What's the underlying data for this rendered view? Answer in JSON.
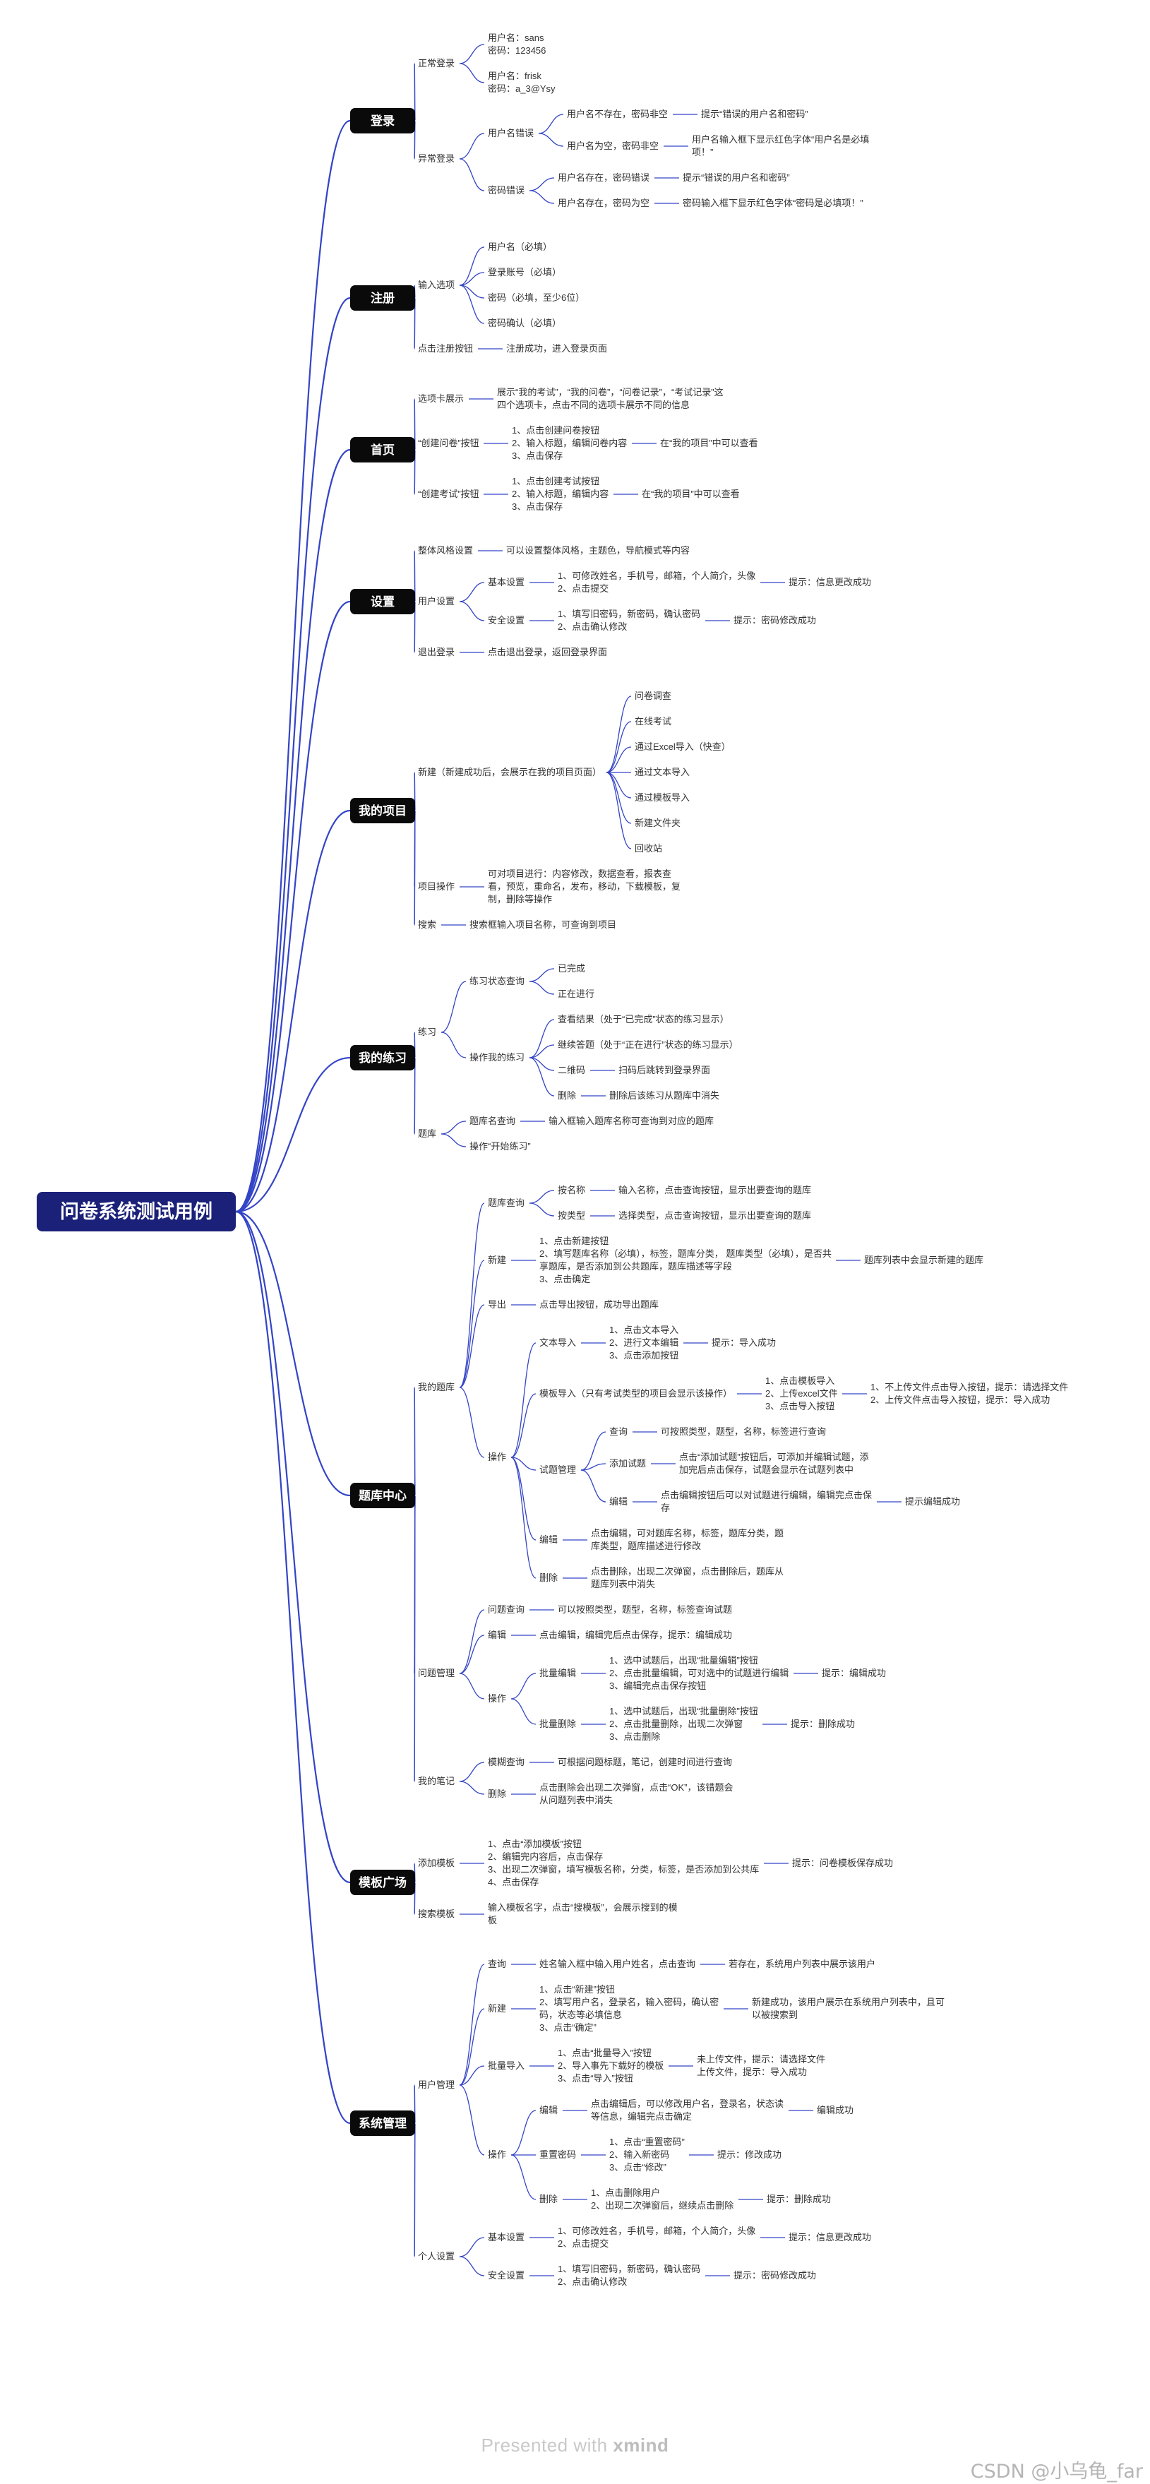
{
  "title": "问卷系统测试用例",
  "footer": {
    "prefix": "Presented with",
    "brand": "xmind"
  },
  "watermark": "CSDN @小乌龟_far",
  "colors": {
    "branch": "#3344c6",
    "root_bg": "#1b2178",
    "node_bg": "#0a0a0a",
    "text": "#333333"
  },
  "tree": [
    {
      "label": "登录",
      "children": [
        {
          "label": "正常登录",
          "children": [
            {
              "label": "用户名：sans\n密码：123456"
            },
            {
              "label": "用户名：frisk\n密码：a_3@Ysy"
            }
          ]
        },
        {
          "label": "异常登录",
          "children": [
            {
              "label": "用户名错误",
              "children": [
                {
                  "label": "用户名不存在，密码非空",
                  "children": [
                    {
                      "label": "提示“错误的用户名和密码”"
                    }
                  ]
                },
                {
                  "label": "用户名为空，密码非空",
                  "children": [
                    {
                      "label": "用户名输入框下显示红色字体“用户名是必填\n项！”"
                    }
                  ]
                }
              ]
            },
            {
              "label": "密码错误",
              "children": [
                {
                  "label": "用户名存在，密码错误",
                  "children": [
                    {
                      "label": "提示“错误的用户名和密码”"
                    }
                  ]
                },
                {
                  "label": "用户名存在，密码为空",
                  "children": [
                    {
                      "label": "密码输入框下显示红色字体“密码是必填项！”"
                    }
                  ]
                }
              ]
            }
          ]
        }
      ]
    },
    {
      "label": "注册",
      "children": [
        {
          "label": "输入选项",
          "children": [
            {
              "label": "用户名（必填）"
            },
            {
              "label": "登录账号（必填）"
            },
            {
              "label": "密码（必填，至少6位）"
            },
            {
              "label": "密码确认（必填）"
            }
          ]
        },
        {
          "label": "点击注册按钮",
          "children": [
            {
              "label": "注册成功，进入登录页面"
            }
          ]
        }
      ]
    },
    {
      "label": "首页",
      "children": [
        {
          "label": "选项卡展示",
          "children": [
            {
              "label": "展示“我的考试”，“我的问卷”，“问卷记录”，“考试记录”这\n四个选项卡，点击不同的选项卡展示不同的信息"
            }
          ]
        },
        {
          "label": "“创建问卷”按钮",
          "children": [
            {
              "label": "1、点击创建问卷按钮\n2、输入标题，编辑问卷内容\n3、点击保存",
              "children": [
                {
                  "label": "在“我的项目”中可以查看"
                }
              ]
            }
          ]
        },
        {
          "label": "“创建考试”按钮",
          "children": [
            {
              "label": "1、点击创建考试按钮\n2、输入标题，编辑内容\n3、点击保存",
              "children": [
                {
                  "label": "在“我的项目”中可以查看"
                }
              ]
            }
          ]
        }
      ]
    },
    {
      "label": "设置",
      "children": [
        {
          "label": "整体风格设置",
          "children": [
            {
              "label": "可以设置整体风格，主题色，导航模式等内容"
            }
          ]
        },
        {
          "label": "用户设置",
          "children": [
            {
              "label": "基本设置",
              "children": [
                {
                  "label": "1、可修改姓名，手机号，邮箱，个人简介，头像\n2、点击提交",
                  "children": [
                    {
                      "label": "提示：信息更改成功"
                    }
                  ]
                }
              ]
            },
            {
              "label": "安全设置",
              "children": [
                {
                  "label": "1、填写旧密码，新密码，确认密码\n2、点击确认修改",
                  "children": [
                    {
                      "label": "提示：密码修改成功"
                    }
                  ]
                }
              ]
            }
          ]
        },
        {
          "label": "退出登录",
          "children": [
            {
              "label": "点击退出登录，返回登录界面"
            }
          ]
        }
      ]
    },
    {
      "label": "我的项目",
      "children": [
        {
          "label": "新建（新建成功后，会展示在我的项目页面）",
          "children": [
            {
              "label": "问卷调查"
            },
            {
              "label": "在线考试"
            },
            {
              "label": "通过Excel导入（快查）"
            },
            {
              "label": "通过文本导入"
            },
            {
              "label": "通过模板导入"
            },
            {
              "label": "新建文件夹"
            },
            {
              "label": "回收站"
            }
          ]
        },
        {
          "label": "项目操作",
          "children": [
            {
              "label": "可对项目进行：内容修改，数据查看，报表查\n看，预览，重命名，发布，移动，下载模板，复\n制，删除等操作"
            }
          ]
        },
        {
          "label": "搜索",
          "children": [
            {
              "label": "搜索框输入项目名称，可查询到项目"
            }
          ]
        }
      ]
    },
    {
      "label": "我的练习",
      "children": [
        {
          "label": "练习",
          "children": [
            {
              "label": "练习状态查询",
              "children": [
                {
                  "label": "已完成"
                },
                {
                  "label": "正在进行"
                }
              ]
            },
            {
              "label": "操作我的练习",
              "children": [
                {
                  "label": "查看结果（处于“已完成”状态的练习显示）"
                },
                {
                  "label": "继续答题（处于“正在进行”状态的练习显示）"
                },
                {
                  "label": "二维码",
                  "children": [
                    {
                      "label": "扫码后跳转到登录界面"
                    }
                  ]
                },
                {
                  "label": "删除",
                  "children": [
                    {
                      "label": "删除后该练习从题库中消失"
                    }
                  ]
                }
              ]
            }
          ]
        },
        {
          "label": "题库",
          "children": [
            {
              "label": "题库名查询",
              "children": [
                {
                  "label": "输入框输入题库名称可查询到对应的题库"
                }
              ]
            },
            {
              "label": "操作“开始练习”"
            }
          ]
        }
      ]
    },
    {
      "label": "题库中心",
      "children": [
        {
          "label": "我的题库",
          "children": [
            {
              "label": "题库查询",
              "children": [
                {
                  "label": "按名称",
                  "children": [
                    {
                      "label": "输入名称，点击查询按钮，显示出要查询的题库"
                    }
                  ]
                },
                {
                  "label": "按类型",
                  "children": [
                    {
                      "label": "选择类型，点击查询按钮，显示出要查询的题库"
                    }
                  ]
                }
              ]
            },
            {
              "label": "新建",
              "children": [
                {
                  "label": "1、点击新建按钮\n2、填写题库名称（必填），标签，题库分类， 题库类型（必填），是否共\n享题库，是否添加到公共题库，题库描述等字段\n3、点击确定",
                  "children": [
                    {
                      "label": "题库列表中会显示新建的题库"
                    }
                  ]
                }
              ]
            },
            {
              "label": "导出",
              "children": [
                {
                  "label": "点击导出按钮，成功导出题库"
                }
              ]
            },
            {
              "label": "操作",
              "children": [
                {
                  "label": "文本导入",
                  "children": [
                    {
                      "label": "1、点击文本导入\n2、进行文本编辑\n3、点击添加按钮",
                      "children": [
                        {
                          "label": "提示：导入成功"
                        }
                      ]
                    }
                  ]
                },
                {
                  "label": "模板导入（只有考试类型的项目会显示该操作）",
                  "children": [
                    {
                      "label": "1、点击模板导入\n2、上传excel文件\n3、点击导入按钮",
                      "children": [
                        {
                          "label": "1、不上传文件点击导入按钮，提示：请选择文件\n2、上传文件点击导入按钮，提示：导入成功"
                        }
                      ]
                    }
                  ]
                },
                {
                  "label": "试题管理",
                  "children": [
                    {
                      "label": "查询",
                      "children": [
                        {
                          "label": "可按照类型，题型，名称，标签进行查询"
                        }
                      ]
                    },
                    {
                      "label": "添加试题",
                      "children": [
                        {
                          "label": "点击“添加试题”按钮后，可添加并编辑试题，添\n加完后点击保存，试题会显示在试题列表中"
                        }
                      ]
                    },
                    {
                      "label": "编辑",
                      "children": [
                        {
                          "label": "点击编辑按钮后可以对试题进行编辑，编辑完点击保\n存",
                          "children": [
                            {
                              "label": "提示编辑成功"
                            }
                          ]
                        }
                      ]
                    }
                  ]
                },
                {
                  "label": "编辑",
                  "children": [
                    {
                      "label": "点击编辑，可对题库名称，标签，题库分类，题\n库类型，题库描述进行修改"
                    }
                  ]
                },
                {
                  "label": "删除",
                  "children": [
                    {
                      "label": "点击删除，出现二次弹窗，点击删除后，题库从\n题库列表中消失"
                    }
                  ]
                }
              ]
            }
          ]
        },
        {
          "label": "问题管理",
          "children": [
            {
              "label": "问题查询",
              "children": [
                {
                  "label": "可以按照类型，题型，名称，标签查询试题"
                }
              ]
            },
            {
              "label": "编辑",
              "children": [
                {
                  "label": "点击编辑，编辑完后点击保存，提示：编辑成功"
                }
              ]
            },
            {
              "label": "操作",
              "children": [
                {
                  "label": "批量编辑",
                  "children": [
                    {
                      "label": "1、选中试题后，出现“批量编辑”按钮\n2、点击批量编辑，可对选中的试题进行编辑\n3、编辑完点击保存按钮",
                      "children": [
                        {
                          "label": "提示：编辑成功"
                        }
                      ]
                    }
                  ]
                },
                {
                  "label": "批量删除",
                  "children": [
                    {
                      "label": "1、选中试题后，出现“批量删除”按钮\n2、点击批量删除，出现二次弹窗\n3、点击删除",
                      "children": [
                        {
                          "label": "提示：删除成功"
                        }
                      ]
                    }
                  ]
                }
              ]
            }
          ]
        },
        {
          "label": "我的笔记",
          "children": [
            {
              "label": "模糊查询",
              "children": [
                {
                  "label": "可根据问题标题，笔记，创建时间进行查询"
                }
              ]
            },
            {
              "label": "删除",
              "children": [
                {
                  "label": "点击删除会出现二次弹窗，点击“OK”，该错题会\n从问题列表中消失"
                }
              ]
            }
          ]
        }
      ]
    },
    {
      "label": "模板广场",
      "children": [
        {
          "label": "添加模板",
          "children": [
            {
              "label": "1、点击“添加模板”按钮\n2、编辑完内容后，点击保存\n3、出现二次弹窗，填写模板名称，分类，标签，是否添加到公共库\n4、点击保存",
              "children": [
                {
                  "label": "提示：问卷模板保存成功"
                }
              ]
            }
          ]
        },
        {
          "label": "搜索模板",
          "children": [
            {
              "label": "输入模板名字，点击“搜模板”，会展示搜到的模\n板"
            }
          ]
        }
      ]
    },
    {
      "label": "系统管理",
      "children": [
        {
          "label": "用户管理",
          "children": [
            {
              "label": "查询",
              "children": [
                {
                  "label": "姓名输入框中输入用户姓名，点击查询",
                  "children": [
                    {
                      "label": "若存在，系统用户列表中展示该用户"
                    }
                  ]
                }
              ]
            },
            {
              "label": "新建",
              "children": [
                {
                  "label": "1、点击“新建”按钮\n2、填写用户名，登录名，输入密码，确认密\n码，状态等必填信息\n3、点击“确定”",
                  "children": [
                    {
                      "label": "新建成功，该用户展示在系统用户列表中，且可\n以被搜索到"
                    }
                  ]
                }
              ]
            },
            {
              "label": "批量导入",
              "children": [
                {
                  "label": "1、点击“批量导入”按钮\n2、导入事先下载好的模板\n3、点击“导入”按钮",
                  "children": [
                    {
                      "label": "未上传文件，提示：请选择文件\n上传文件，提示：导入成功"
                    }
                  ]
                }
              ]
            },
            {
              "label": "操作",
              "children": [
                {
                  "label": "编辑",
                  "children": [
                    {
                      "label": "点击编辑后，可以修改用户名，登录名，状态读\n等信息，编辑完点击确定",
                      "children": [
                        {
                          "label": "编辑成功"
                        }
                      ]
                    }
                  ]
                },
                {
                  "label": "重置密码",
                  "children": [
                    {
                      "label": "1、点击“重置密码”\n2、输入新密码\n3、点击“修改”",
                      "children": [
                        {
                          "label": "提示：修改成功"
                        }
                      ]
                    }
                  ]
                },
                {
                  "label": "删除",
                  "children": [
                    {
                      "label": "1、点击删除用户\n2、出现二次弹窗后，继续点击删除",
                      "children": [
                        {
                          "label": "提示：删除成功"
                        }
                      ]
                    }
                  ]
                }
              ]
            }
          ]
        },
        {
          "label": "个人设置",
          "children": [
            {
              "label": "基本设置",
              "children": [
                {
                  "label": "1、可修改姓名，手机号，邮箱，个人简介，头像\n2、点击提交",
                  "children": [
                    {
                      "label": "提示：信息更改成功"
                    }
                  ]
                }
              ]
            },
            {
              "label": "安全设置",
              "children": [
                {
                  "label": "1、填写旧密码，新密码，确认密码\n2、点击确认修改",
                  "children": [
                    {
                      "label": "提示：密码修改成功"
                    }
                  ]
                }
              ]
            }
          ]
        }
      ]
    }
  ]
}
